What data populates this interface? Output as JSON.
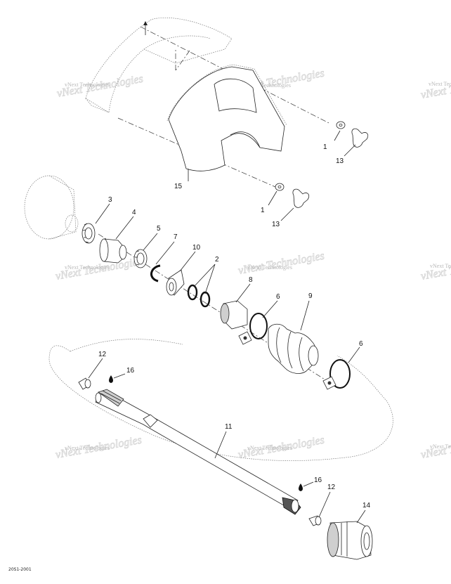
{
  "watermark": "vNext Technologies",
  "drawing_code": "20S1-2001",
  "callouts": [
    {
      "id": "c1a",
      "label": "1"
    },
    {
      "id": "c1b",
      "label": "1"
    },
    {
      "id": "c2",
      "label": "2"
    },
    {
      "id": "c3",
      "label": "3"
    },
    {
      "id": "c4",
      "label": "4"
    },
    {
      "id": "c5",
      "label": "5"
    },
    {
      "id": "c6a",
      "label": "6"
    },
    {
      "id": "c6b",
      "label": "6"
    },
    {
      "id": "c7",
      "label": "7"
    },
    {
      "id": "c8",
      "label": "8"
    },
    {
      "id": "c9",
      "label": "9"
    },
    {
      "id": "c10",
      "label": "10"
    },
    {
      "id": "c11",
      "label": "11"
    },
    {
      "id": "c12a",
      "label": "12"
    },
    {
      "id": "c12b",
      "label": "12"
    },
    {
      "id": "c13a",
      "label": "13"
    },
    {
      "id": "c13b",
      "label": "13"
    },
    {
      "id": "c14",
      "label": "14"
    },
    {
      "id": "c15",
      "label": "15"
    },
    {
      "id": "c16a",
      "label": "16"
    },
    {
      "id": "c16b",
      "label": "16"
    }
  ]
}
